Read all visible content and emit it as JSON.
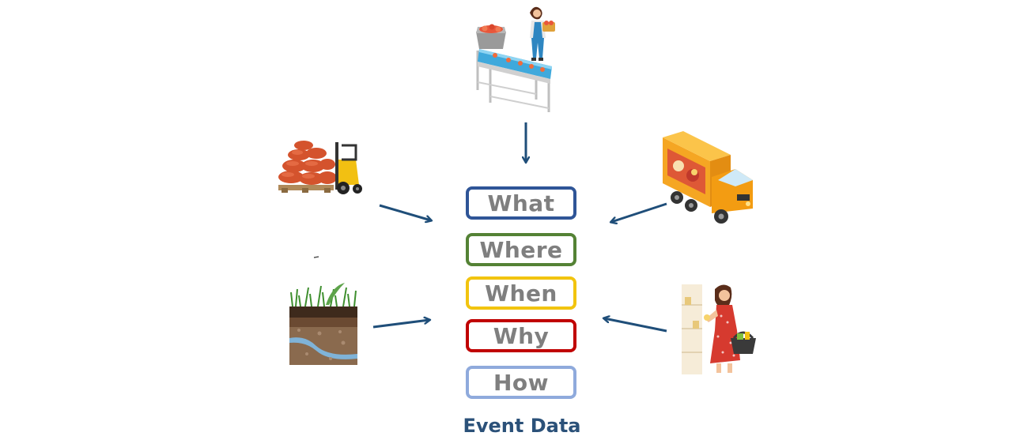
{
  "event_questions": [
    {
      "label": "What",
      "color": "#2f5597"
    },
    {
      "label": "Where",
      "color": "#548235"
    },
    {
      "label": "When",
      "color": "#f2c40f"
    },
    {
      "label": "Why",
      "color": "#c00000"
    },
    {
      "label": "How",
      "color": "#8faadc"
    }
  ],
  "caption": "Event Data",
  "arrow_color": "#1f4e79",
  "icons": {
    "processing": "food-processing-worker-icon",
    "warehouse": "forklift-with-sacks-icon",
    "transport": "delivery-truck-icon",
    "farm": "soil-cross-section-icon",
    "retail": "shopper-with-basket-icon"
  }
}
